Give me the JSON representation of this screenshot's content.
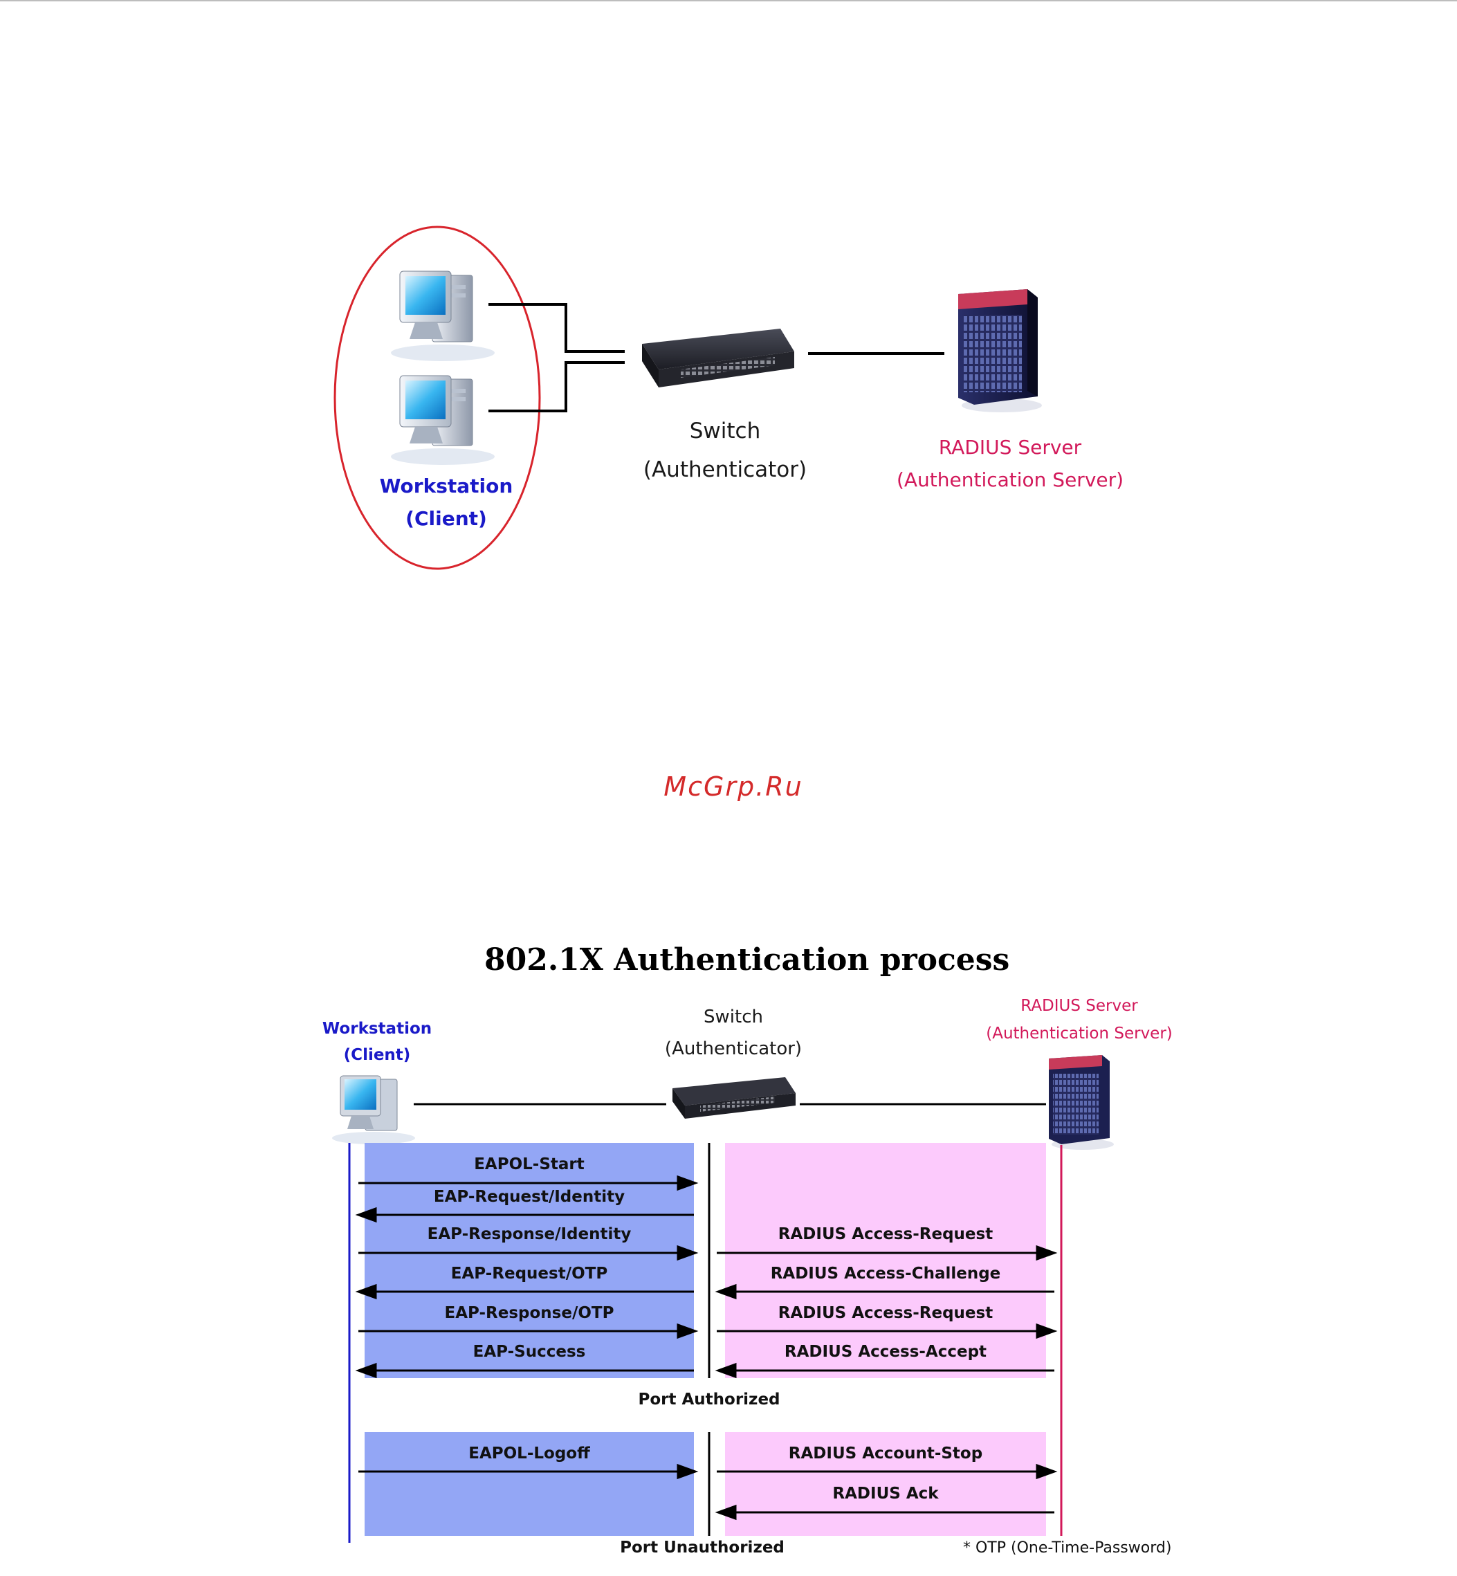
{
  "watermark": "McGrp.Ru",
  "top_diagram": {
    "workstation": {
      "line1": "Workstation",
      "line2": "(Client)"
    },
    "switch": {
      "line1": "Switch",
      "line2": "(Authenticator)"
    },
    "radius": {
      "line1": "RADIUS Server",
      "line2": "(Authentication Server)"
    }
  },
  "process": {
    "title": "802.1X Authentication process",
    "workstation": {
      "line1": "Workstation",
      "line2": "(Client)"
    },
    "switch": {
      "line1": "Switch",
      "line2": "(Authenticator)"
    },
    "radius": {
      "line1": "RADIUS Server",
      "line2": "(Authentication Server)"
    },
    "client_messages": [
      "EAPOL-Start",
      "EAP-Request/Identity",
      "EAP-Response/Identity",
      "EAP-Request/OTP",
      "EAP-Response/OTP",
      "EAP-Success"
    ],
    "server_messages": [
      "RADIUS Access-Request",
      "RADIUS Access-Challenge",
      "RADIUS Access-Request",
      "RADIUS Access-Accept"
    ],
    "port_authorized": "Port Authorized",
    "logoff_message": "EAPOL-Logoff",
    "stop_messages": [
      "RADIUS Account-Stop",
      "RADIUS Ack"
    ],
    "port_unauthorized": "Port Unauthorized",
    "footnote": "* OTP (One-Time-Password)"
  },
  "colors": {
    "client": "#1a1ac8",
    "radius": "#d2195a",
    "client_panel": "#93a6f5",
    "server_panel": "#fccafc",
    "ellipse": "#d8242c"
  }
}
